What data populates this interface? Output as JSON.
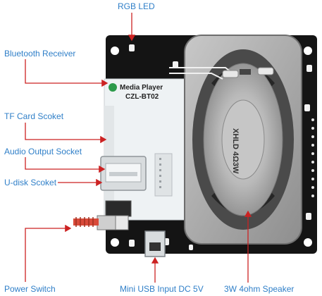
{
  "labels": {
    "rgb_led": "RGB LED",
    "bluetooth_receiver": "Bluetooth Receiver",
    "tf_card_socket": "TF Card Scoket",
    "audio_output_socket": "Audio Output Socket",
    "u_disk_socket": "U-disk Scoket",
    "power_switch": "Power Switch",
    "mini_usb_input": "Mini USB Input DC 5V",
    "speaker": "3W 4ohm  Speaker"
  },
  "module": {
    "line1": "Media Player",
    "line2": "CZL-BT02"
  },
  "speaker_marking": "XHLD 4Ω3W",
  "colors": {
    "label": "#2f7fc8",
    "arrow": "#cc2222",
    "pcb": "#141414",
    "module": "#eef2f4"
  }
}
